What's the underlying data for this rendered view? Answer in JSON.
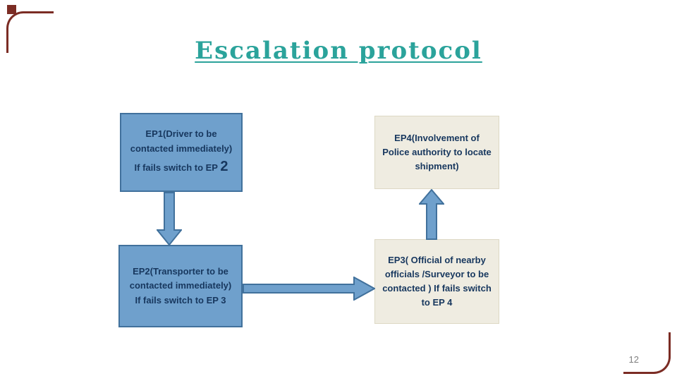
{
  "slide": {
    "title": "Escalation protocol",
    "page_number": "12"
  },
  "boxes": {
    "ep1": {
      "text": "EP1(Driver to be contacted immediately) If fails switch to EP ",
      "big": "2"
    },
    "ep2": {
      "text": "EP2(Transporter to be contacted immediately) If fails switch to EP 3"
    },
    "ep3": {
      "text": "EP3( Official of nearby officials /Surveyor  to be contacted  ) If fails switch to EP 4"
    },
    "ep4": {
      "text": "EP4(Involvement of Police authority to locate shipment)"
    }
  },
  "arrows": [
    {
      "from": "ep1",
      "to": "ep2",
      "direction": "down"
    },
    {
      "from": "ep2",
      "to": "ep3",
      "direction": "right"
    },
    {
      "from": "ep3",
      "to": "ep4",
      "direction": "up"
    }
  ],
  "colors": {
    "title_teal": "#2ba39b",
    "box_blue_fill": "#6fa0cc",
    "box_blue_border": "#41719c",
    "box_beige_fill": "#efece1",
    "text_navy": "#17375e",
    "arrow_fill": "#6fa0cc",
    "arrow_border": "#41719c",
    "corner_maroon": "#7b2c24",
    "page_number_gray": "#7f7f7f",
    "background": "#ffffff"
  }
}
